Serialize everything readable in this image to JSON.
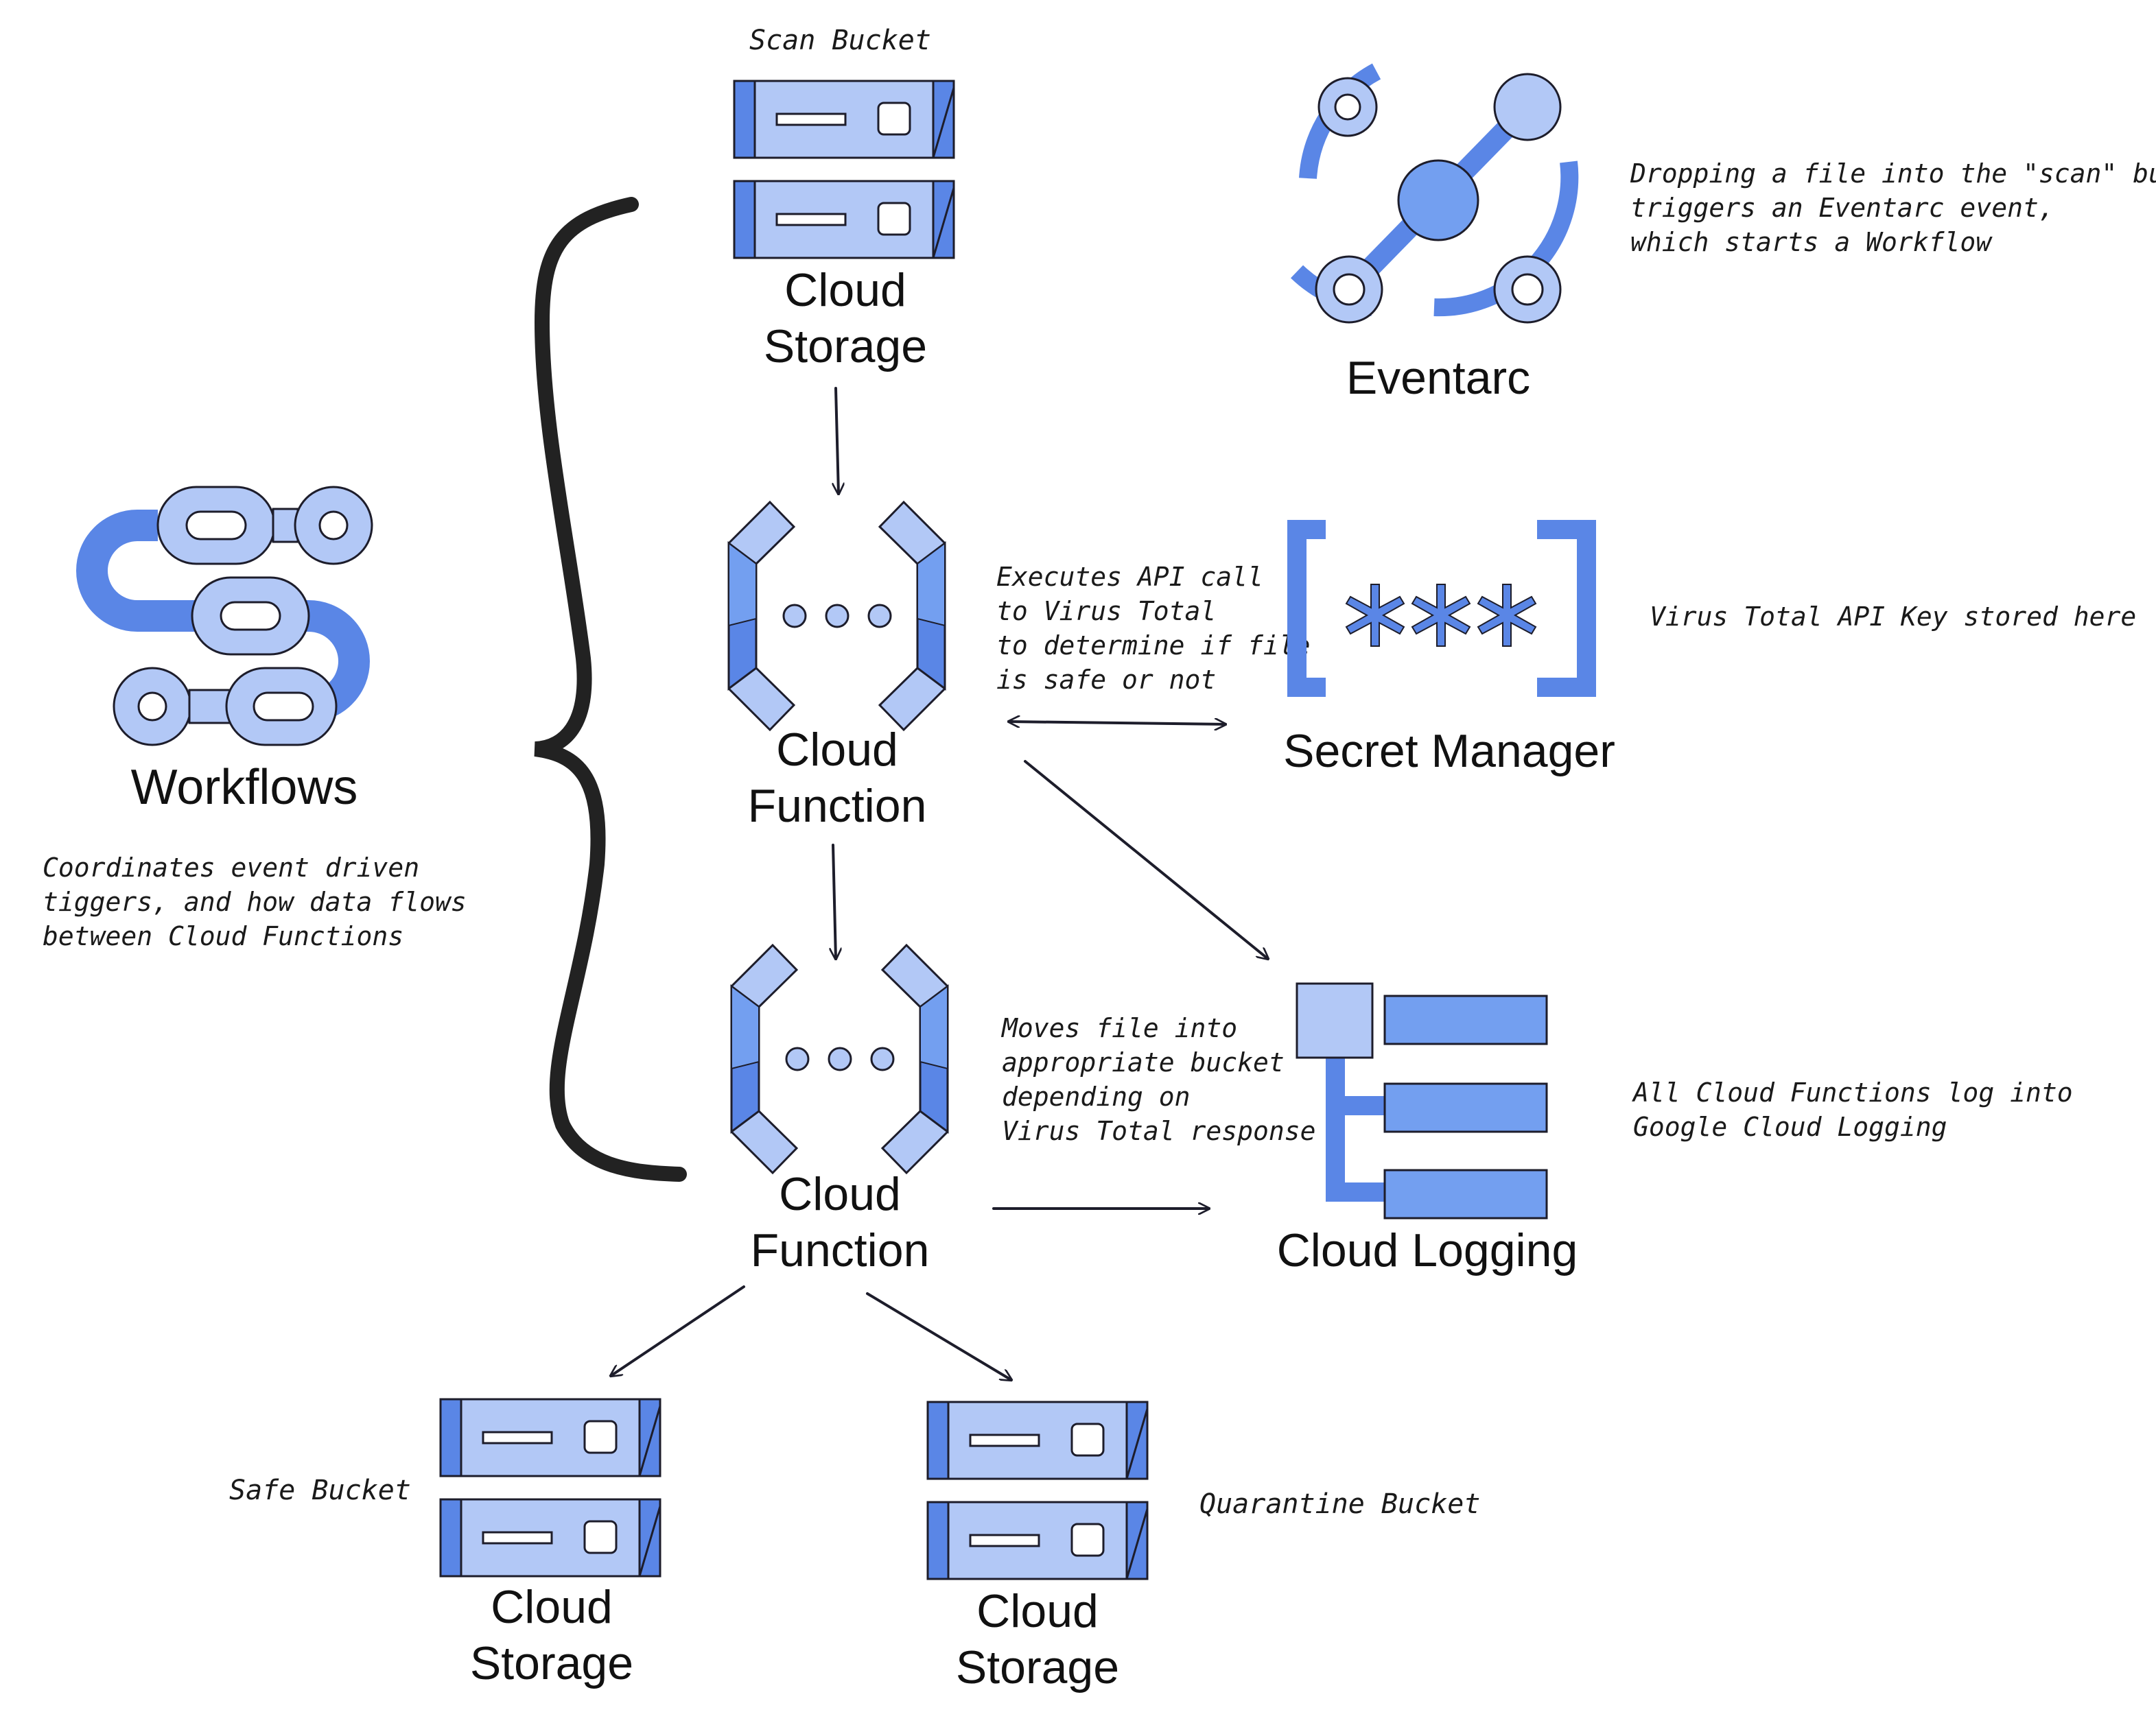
{
  "services": {
    "scan_storage": {
      "title_line1": "Cloud",
      "title_line2": "Storage",
      "caption": "Scan Bucket"
    },
    "eventarc": {
      "title": "Eventarc",
      "note": [
        "Dropping a file into the \"scan\" bucket",
        "triggers an Eventarc event,",
        "which starts a Workflow"
      ]
    },
    "workflows": {
      "title": "Workflows",
      "note": [
        "Coordinates event driven",
        "tiggers, and how data flows",
        "between Cloud Functions"
      ]
    },
    "function_scan": {
      "title_line1": "Cloud",
      "title_line2": "Function",
      "note": [
        "Executes API call",
        "to Virus Total",
        "to determine if file",
        "is safe or not"
      ]
    },
    "secret_manager": {
      "title": "Secret Manager",
      "note": "Virus Total API Key stored here"
    },
    "function_move": {
      "title_line1": "Cloud",
      "title_line2": "Function",
      "note": [
        "Moves file into",
        "appropriate bucket",
        "depending on",
        "Virus Total response"
      ]
    },
    "logging": {
      "title": "Cloud Logging",
      "note": [
        "All Cloud Functions log into",
        "Google Cloud Logging"
      ]
    },
    "safe_storage": {
      "title_line1": "Cloud",
      "title_line2": "Storage",
      "caption": "Safe Bucket"
    },
    "quarantine_storage": {
      "title_line1": "Cloud",
      "title_line2": "Storage",
      "caption": "Quarantine Bucket"
    }
  },
  "colors": {
    "dark": "#5a86e6",
    "mid": "#739ff0",
    "light": "#b2c8f6",
    "stroke": "#1d1d2b"
  }
}
